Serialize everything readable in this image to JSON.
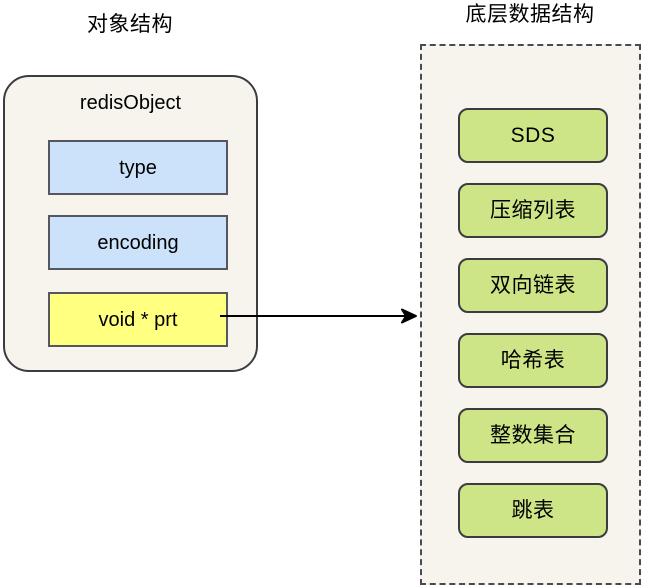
{
  "diagram": {
    "background_color": "#ffffff",
    "panel_fill_color": "#f7f4ed",
    "stroke_color": "#3b3b40",
    "left_panel": {
      "title": "对象结构",
      "object_name": "redisObject",
      "fields": [
        {
          "label": "type",
          "color": "#cce1fa"
        },
        {
          "label": "encoding",
          "color": "#cce1fa"
        },
        {
          "label": "void * prt",
          "color": "#ffff80"
        }
      ]
    },
    "right_panel": {
      "title": "底层数据结构",
      "border_style": "dashed",
      "items": [
        {
          "label": "SDS",
          "color": "#cde586"
        },
        {
          "label": "压缩列表",
          "color": "#cde586"
        },
        {
          "label": "双向链表",
          "color": "#cde586"
        },
        {
          "label": "哈希表",
          "color": "#cde586"
        },
        {
          "label": "整数集合",
          "color": "#cde586"
        },
        {
          "label": "跳表",
          "color": "#cde586"
        }
      ]
    },
    "connector": {
      "type": "arrow",
      "from": "void * prt",
      "to": "底层数据结构"
    }
  }
}
